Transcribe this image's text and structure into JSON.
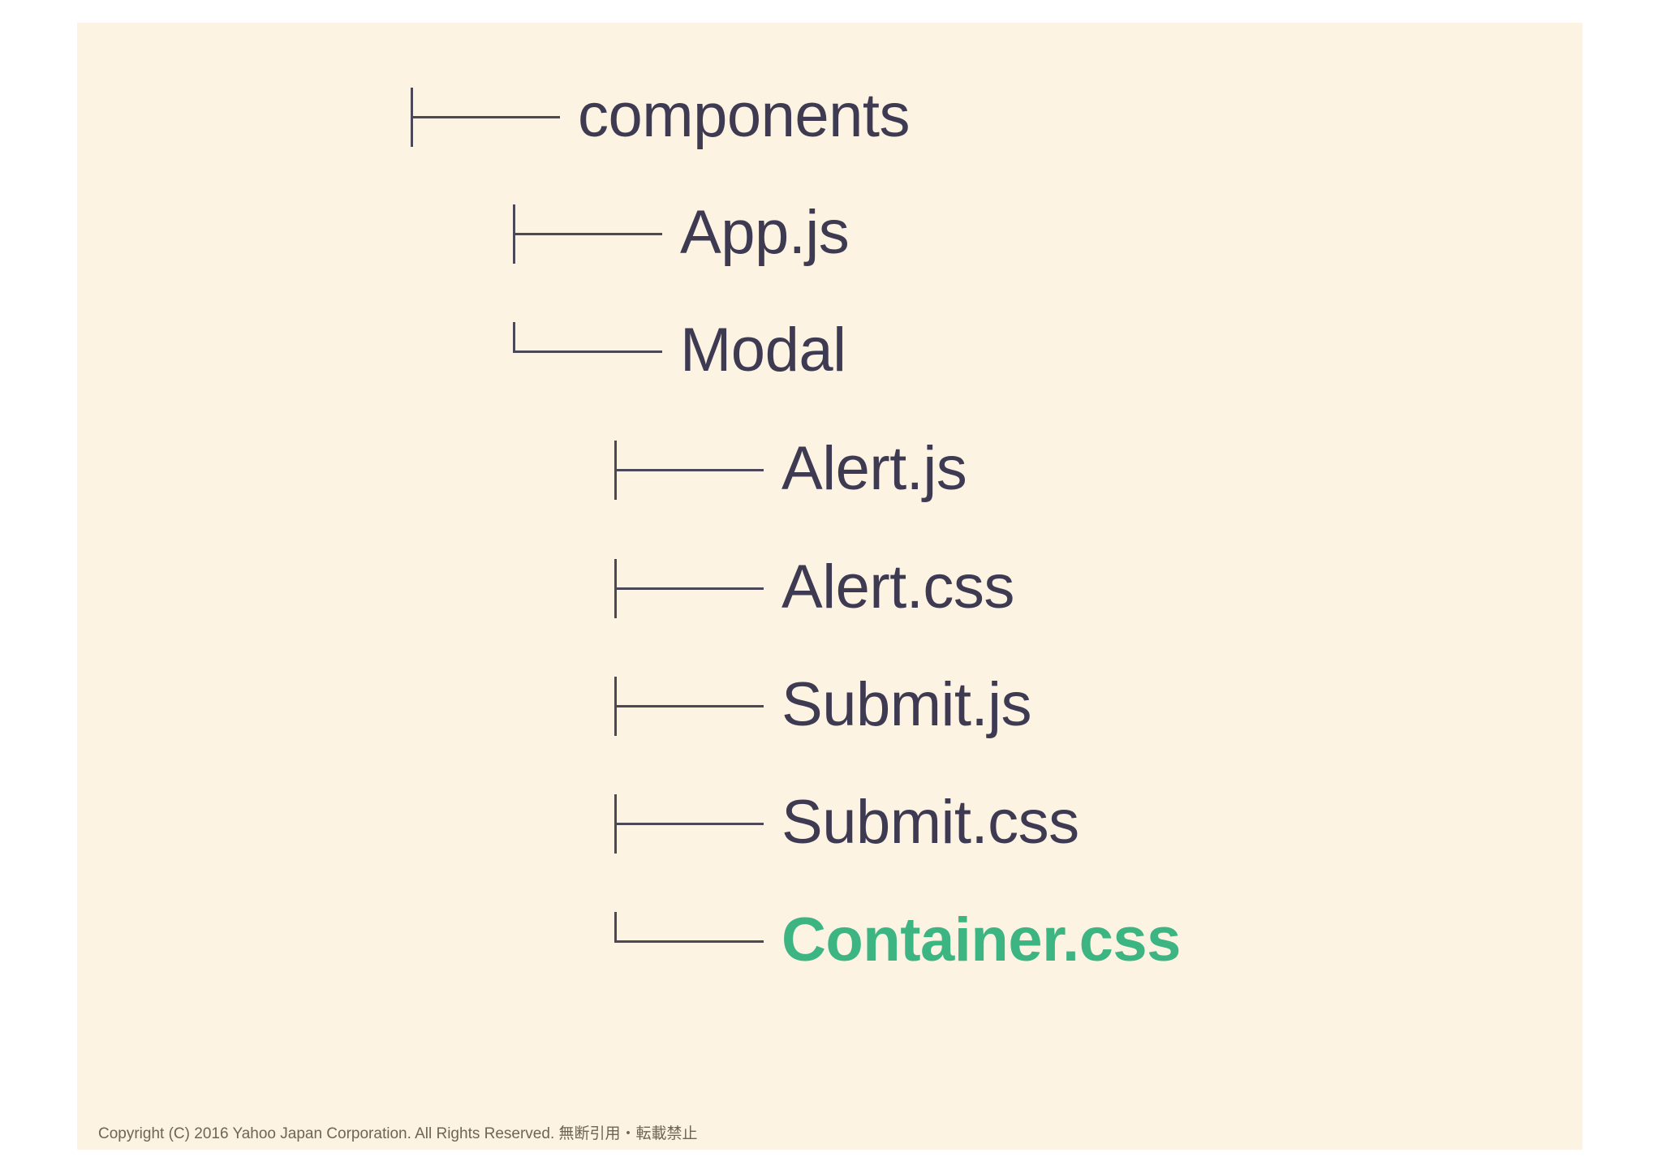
{
  "theme": {
    "colors": {
      "page_bg": "#ffffff",
      "slide_bg": "#fcf3e2",
      "text": "#3e3a52",
      "line": "#4d4857",
      "highlight": "#3cb583",
      "copyright": "#6e6557"
    }
  },
  "slide": {
    "tree": {
      "items": [
        {
          "label": "components",
          "branch": "tee",
          "level": 1,
          "color": "default"
        },
        {
          "label": "App.js",
          "branch": "tee",
          "level": 2,
          "color": "default"
        },
        {
          "label": "Modal",
          "branch": "corner",
          "level": 2,
          "color": "default"
        },
        {
          "label": "Alert.js",
          "branch": "tee",
          "level": 3,
          "color": "default"
        },
        {
          "label": "Alert.css",
          "branch": "tee",
          "level": 3,
          "color": "default"
        },
        {
          "label": "Submit.js",
          "branch": "tee",
          "level": 3,
          "color": "default"
        },
        {
          "label": "Submit.css",
          "branch": "tee",
          "level": 3,
          "color": "default"
        },
        {
          "label": "Container.css",
          "branch": "corner",
          "level": 3,
          "color": "highlight"
        }
      ]
    },
    "footer": {
      "copyright": "Copyright (C) 2016 Yahoo Japan Corporation. All Rights Reserved. 無断引用・転載禁止"
    }
  }
}
